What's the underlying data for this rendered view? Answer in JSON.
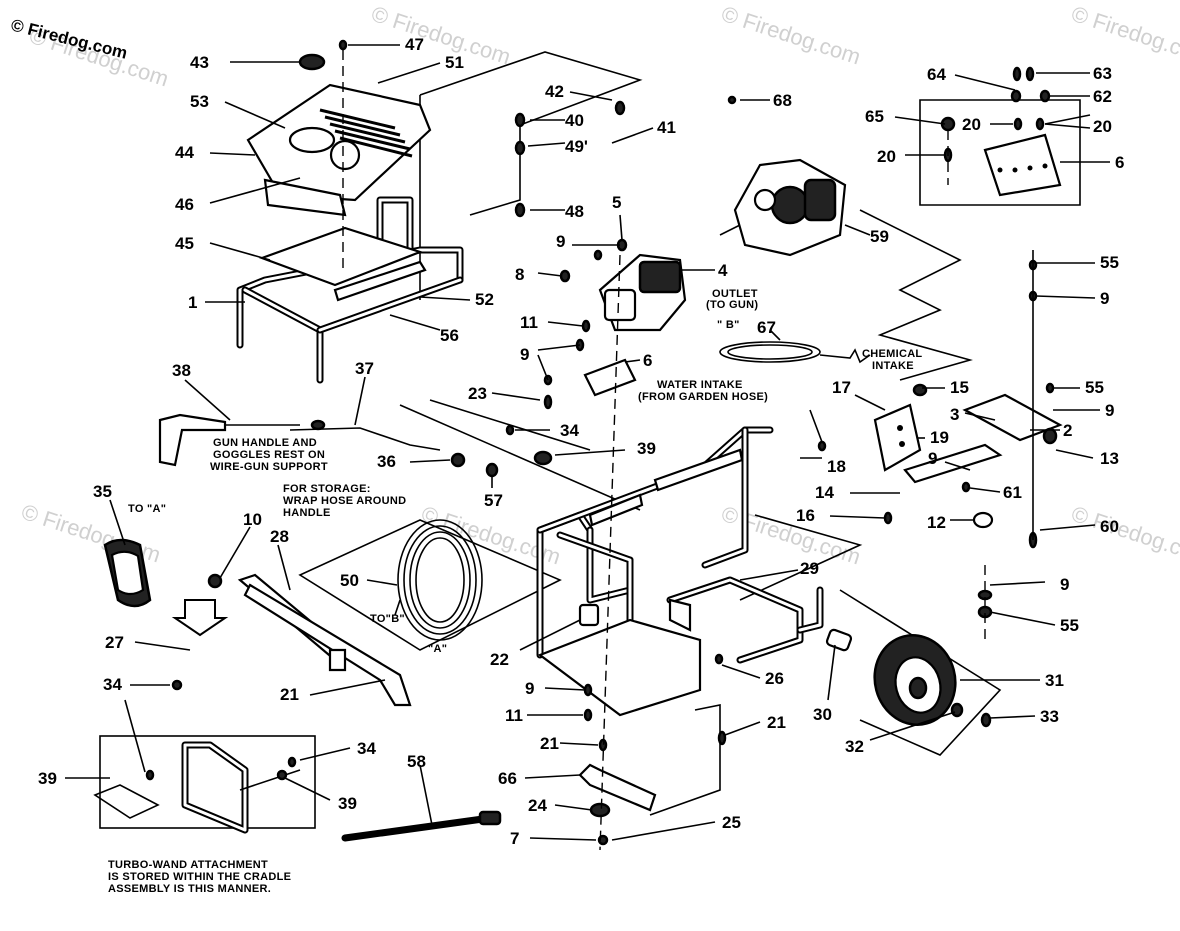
{
  "watermark": "© Firedog.com",
  "captions": {
    "outlet_1": "OUTLET",
    "outlet_2": "(TO GUN)",
    "b_marker": "\" B\"",
    "chemical_1": "CHEMICAL",
    "chemical_2": "INTAKE",
    "water_1": "WATER INTAKE",
    "water_2": "(FROM GARDEN HOSE)",
    "gun_1": "GUN HANDLE AND",
    "gun_2": "GOGGLES REST ON",
    "gun_3": "WIRE-GUN SUPPORT",
    "storage_1": "FOR STORAGE:",
    "storage_2": "WRAP HOSE AROUND",
    "storage_3": "HANDLE",
    "to_a": "TO \"A\"",
    "to_b": "TO\"B\"",
    "a_marker": "\"A\"",
    "turbo_1": "TURBO-WAND ATTACHMENT",
    "turbo_2": "IS STORED WITHIN THE CRADLE",
    "turbo_3": "ASSEMBLY IS THIS MANNER."
  },
  "callouts": [
    "43",
    "47",
    "51",
    "53",
    "44",
    "46",
    "45",
    "1",
    "52",
    "56",
    "42",
    "40",
    "49'",
    "41",
    "48",
    "68",
    "5",
    "9",
    "8",
    "4",
    "59",
    "64",
    "63",
    "65",
    "20",
    "62",
    "20",
    "20",
    "6",
    "55",
    "9",
    "11",
    "9",
    "6",
    "67",
    "23",
    "17",
    "15",
    "55",
    "9",
    "3",
    "2",
    "19",
    "13",
    "9",
    "18",
    "14",
    "61",
    "16",
    "12",
    "60",
    "38",
    "37",
    "34",
    "39",
    "36",
    "57",
    "35",
    "10",
    "28",
    "50",
    "22",
    "29",
    "9",
    "55",
    "27",
    "34",
    "21",
    "9",
    "11",
    "26",
    "30",
    "31",
    "21",
    "32",
    "33",
    "21",
    "66",
    "39",
    "34",
    "39",
    "58",
    "24",
    "7",
    "25"
  ]
}
